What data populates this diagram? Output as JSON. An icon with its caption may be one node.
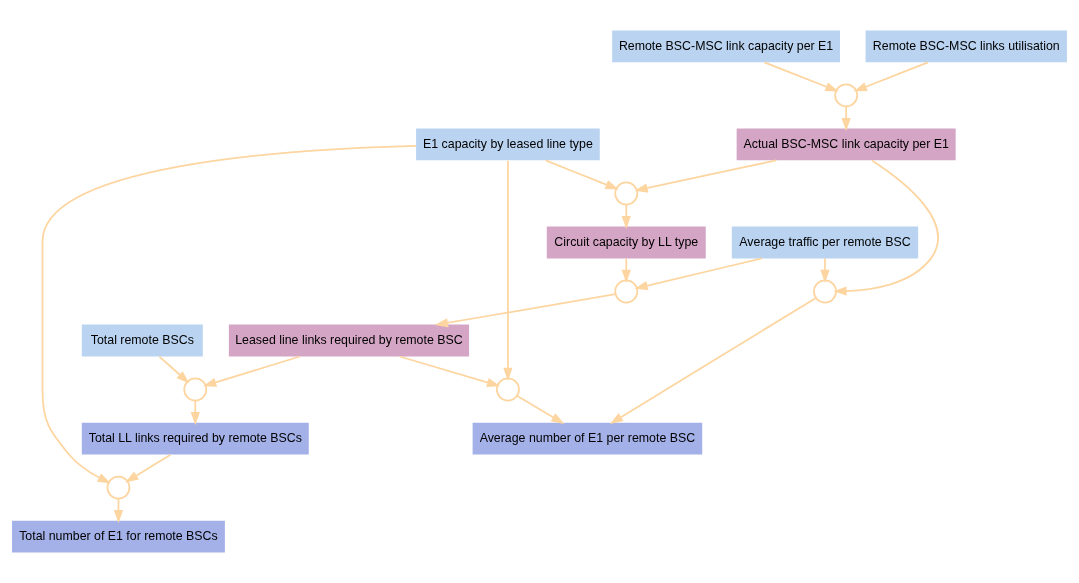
{
  "diagram": {
    "nodes": [
      {
        "text": [
          "Remote BSC-MSC link capacity per E1"
        ]
      },
      {
        "text": [],
        "shape": "circle"
      },
      {
        "text": [
          "Remote BSC-MSC links utilisation"
        ]
      },
      {
        "text": [
          "E1 capacity by leased line type"
        ]
      },
      {
        "text": [],
        "shape": "circle"
      },
      {
        "text": [
          "Actual BSC-MSC link capacity per E1"
        ]
      },
      {
        "text": [],
        "shape": "circle"
      },
      {
        "text": [
          "Average traffic per remote BSC"
        ]
      },
      {
        "text": [],
        "shape": "circle"
      },
      {
        "text": [
          "Circuit capacity by LL type"
        ]
      },
      {
        "text": [
          "Average number of E1 per remote BSC"
        ]
      },
      {
        "text": [
          "Leased line links required by remote BSC"
        ]
      },
      {
        "text": [],
        "shape": "circle"
      },
      {
        "text": [
          "Total remote BSCs"
        ]
      },
      {
        "text": [],
        "shape": "circle"
      },
      {
        "text": [
          "Total LL links required by remote BSCs"
        ]
      },
      {
        "text": [],
        "shape": "circle"
      },
      {
        "text": [
          "Total number of E1 for remote BSCs"
        ]
      }
    ],
    "edges": [
      {
        "from": 0,
        "to": 1,
        "arrow": "to"
      },
      {
        "from": 2,
        "to": 1,
        "arrow": "to"
      },
      {
        "from": 1,
        "to": 5,
        "arrow": "to"
      },
      {
        "from": 3,
        "to": 4,
        "arrow": "to"
      },
      {
        "from": 5,
        "to": 4,
        "arrow": "to"
      },
      {
        "from": 4,
        "to": 9,
        "arrow": "to"
      },
      {
        "from": 5,
        "to": 6,
        "arrow": "to"
      },
      {
        "from": 7,
        "to": 6,
        "arrow": "to"
      },
      {
        "from": 6,
        "to": 10,
        "arrow": "to"
      },
      {
        "from": 7,
        "to": 8,
        "arrow": "to"
      },
      {
        "from": 9,
        "to": 8,
        "arrow": "to"
      },
      {
        "from": 8,
        "to": 11,
        "arrow": "to"
      },
      {
        "from": 11,
        "to": 12,
        "arrow": "to"
      },
      {
        "from": 13,
        "to": 12,
        "arrow": "to"
      },
      {
        "from": 12,
        "to": 15,
        "arrow": "to"
      },
      {
        "from": 3,
        "to": 14,
        "arrow": "to"
      },
      {
        "from": 11,
        "to": 14,
        "arrow": "to"
      },
      {
        "from": 14,
        "to": 10,
        "arrow": "to"
      },
      {
        "from": 3,
        "to": 16,
        "arrow": "to"
      },
      {
        "from": 15,
        "to": 16,
        "arrow": "to"
      },
      {
        "from": 16,
        "to": 17,
        "arrow": "to"
      }
    ]
  }
}
